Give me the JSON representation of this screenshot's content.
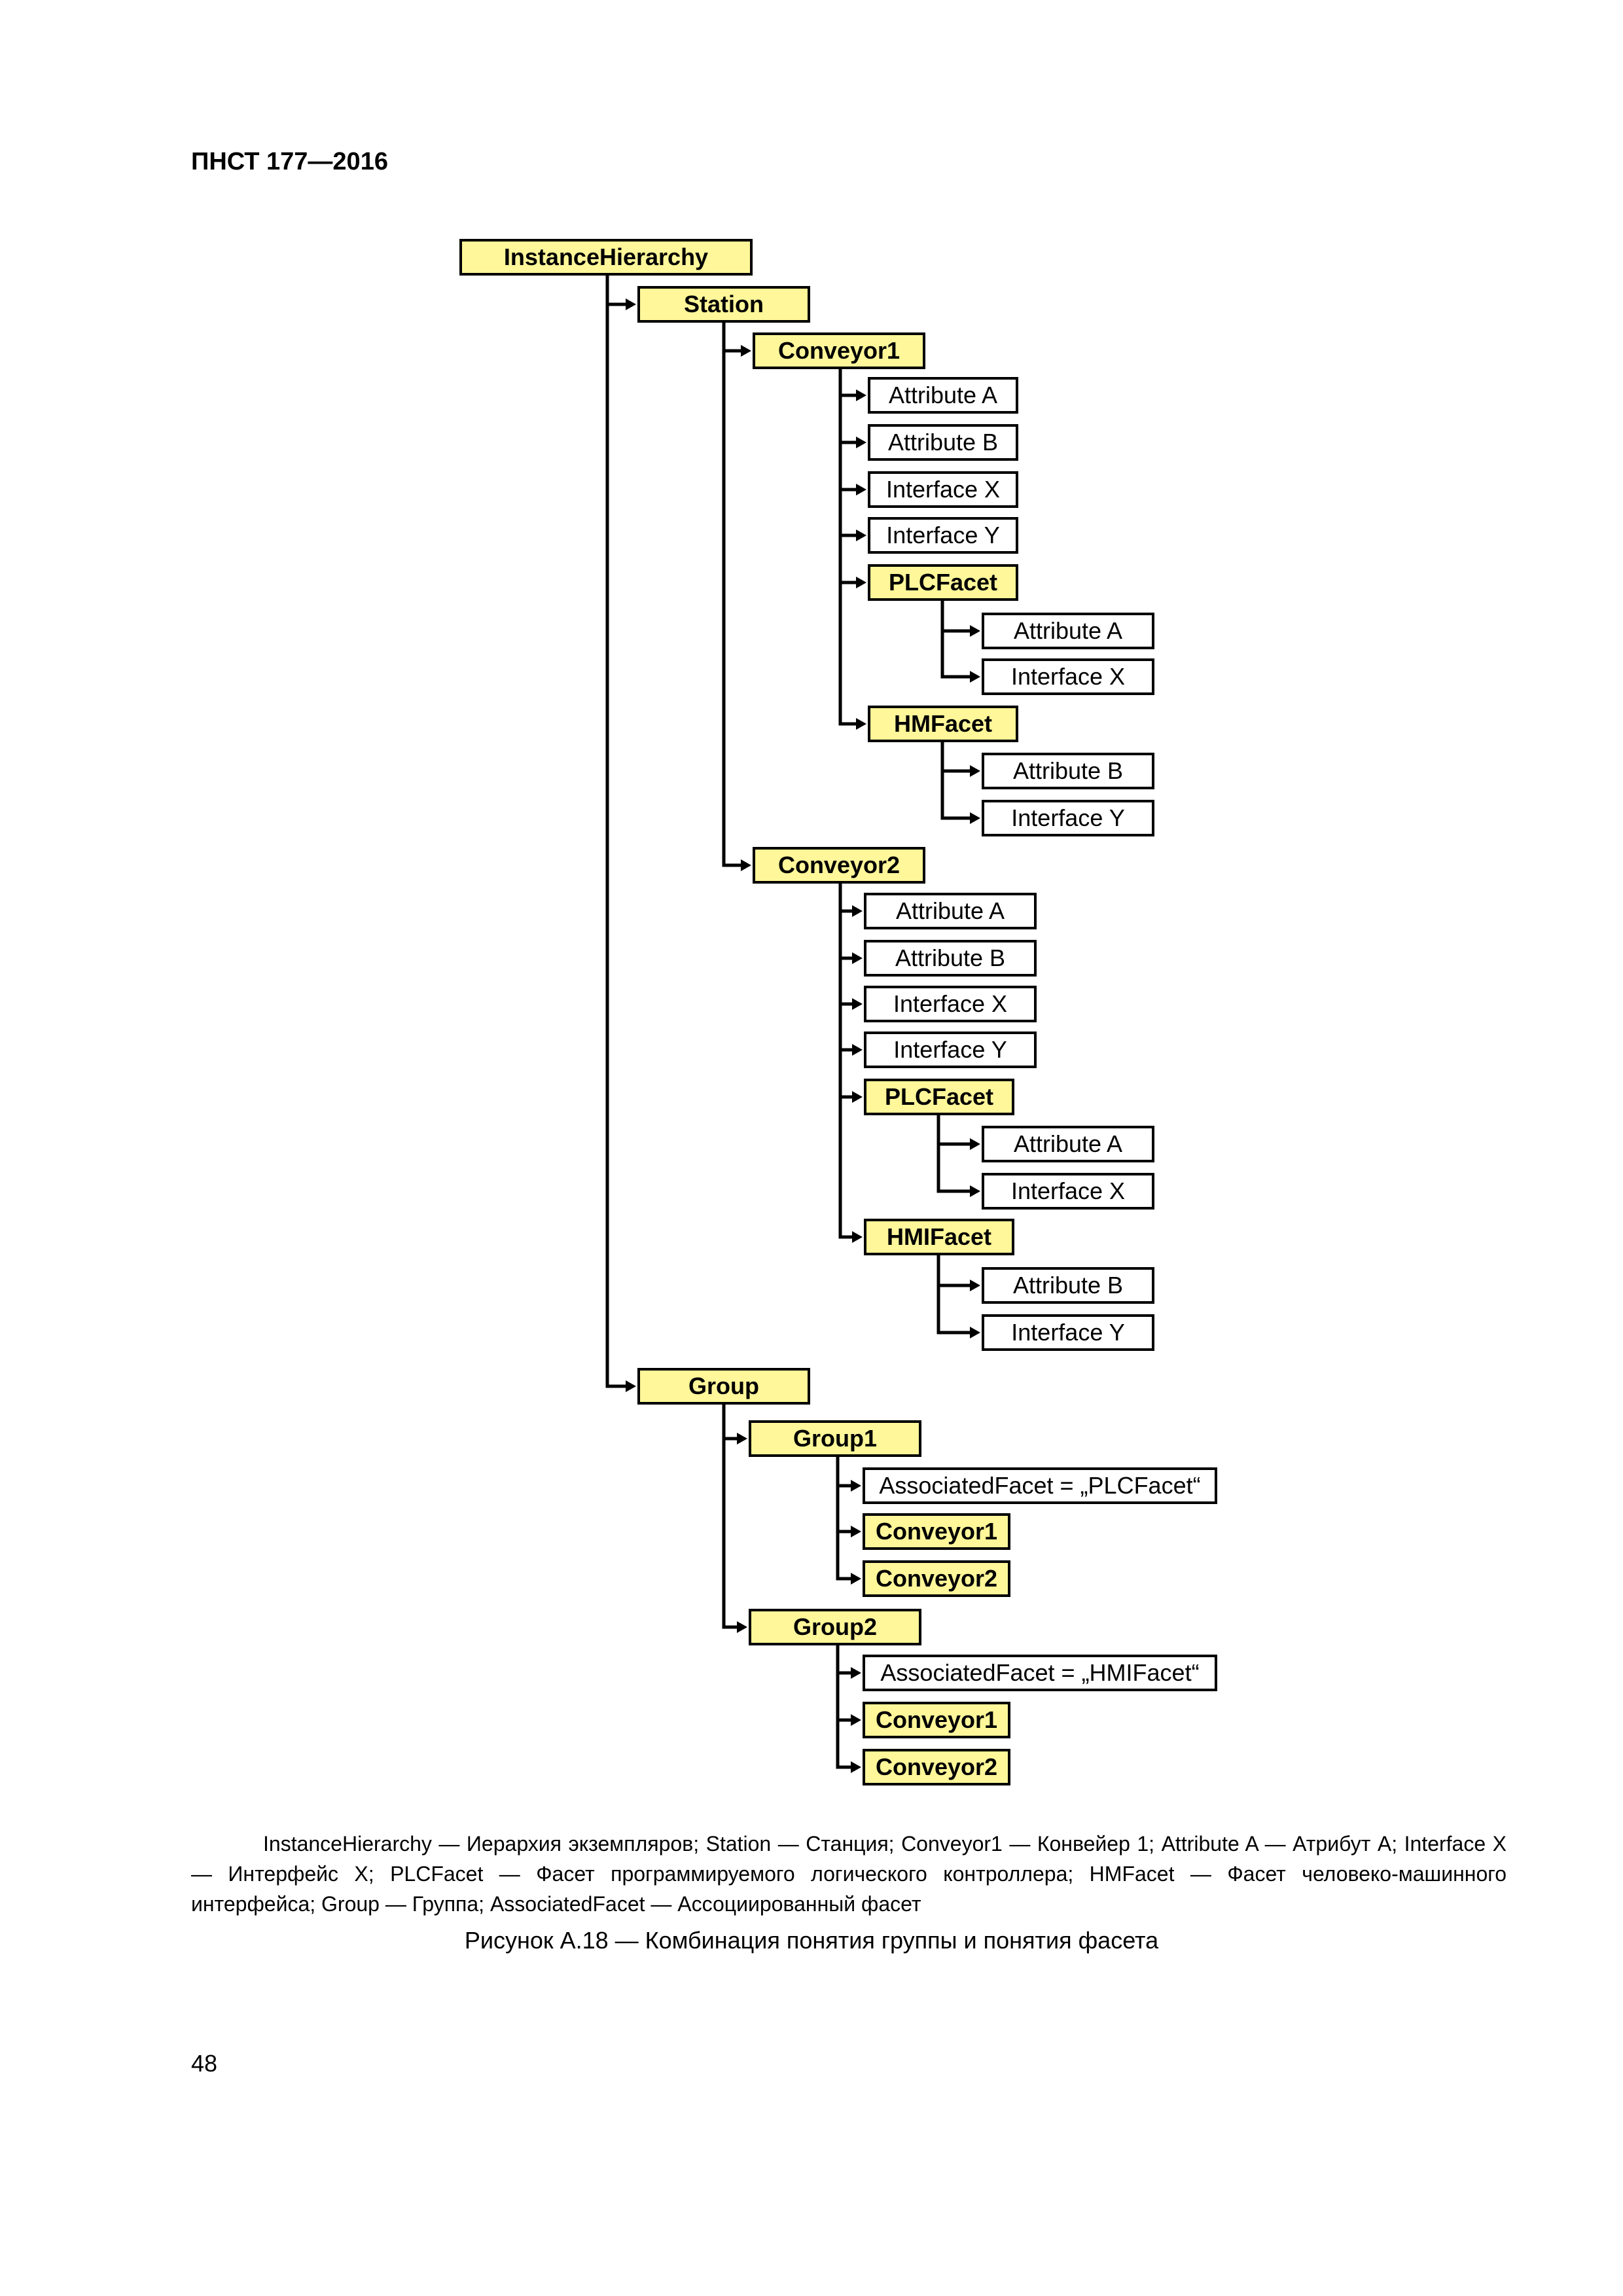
{
  "header": {
    "doc_id": "ПНСТ 177—2016"
  },
  "diagram": {
    "nodes": [
      {
        "id": "n0",
        "label": "InstanceHierarchy",
        "style": "yellow"
      },
      {
        "id": "n1",
        "label": "Station",
        "style": "yellow"
      },
      {
        "id": "n2",
        "label": "Conveyor1",
        "style": "yellow"
      },
      {
        "id": "n3",
        "label": "Attribute A",
        "style": "white"
      },
      {
        "id": "n4",
        "label": "Attribute B",
        "style": "white"
      },
      {
        "id": "n5",
        "label": "Interface X",
        "style": "white"
      },
      {
        "id": "n6",
        "label": "Interface Y",
        "style": "white"
      },
      {
        "id": "n7",
        "label": "PLCFacet",
        "style": "yellow"
      },
      {
        "id": "n8",
        "label": "Attribute A",
        "style": "white"
      },
      {
        "id": "n9",
        "label": "Interface X",
        "style": "white"
      },
      {
        "id": "n10",
        "label": "HMFacet",
        "style": "yellow"
      },
      {
        "id": "n11",
        "label": "Attribute B",
        "style": "white"
      },
      {
        "id": "n12",
        "label": "Interface Y",
        "style": "white"
      },
      {
        "id": "n13",
        "label": "Conveyor2",
        "style": "yellow"
      },
      {
        "id": "n14",
        "label": "Attribute A",
        "style": "white"
      },
      {
        "id": "n15",
        "label": "Attribute B",
        "style": "white"
      },
      {
        "id": "n16",
        "label": "Interface X",
        "style": "white"
      },
      {
        "id": "n17",
        "label": "Interface Y",
        "style": "white"
      },
      {
        "id": "n18",
        "label": "PLCFacet",
        "style": "yellow"
      },
      {
        "id": "n19",
        "label": "Attribute A",
        "style": "white"
      },
      {
        "id": "n20",
        "label": "Interface X",
        "style": "white"
      },
      {
        "id": "n21",
        "label": "HMIFacet",
        "style": "yellow"
      },
      {
        "id": "n22",
        "label": "Attribute B",
        "style": "white"
      },
      {
        "id": "n23",
        "label": "Interface Y",
        "style": "white"
      },
      {
        "id": "n24",
        "label": "Group",
        "style": "yellow"
      },
      {
        "id": "n25",
        "label": "Group1",
        "style": "yellow"
      },
      {
        "id": "n26",
        "label": "AssociatedFacet = „PLCFacet“",
        "style": "white"
      },
      {
        "id": "n27",
        "label": "Conveyor1",
        "style": "yellow"
      },
      {
        "id": "n28",
        "label": "Conveyor2",
        "style": "yellow"
      },
      {
        "id": "n29",
        "label": "Group2",
        "style": "yellow"
      },
      {
        "id": "n30",
        "label": "AssociatedFacet = „HMIFacet“",
        "style": "white"
      },
      {
        "id": "n31",
        "label": "Conveyor1",
        "style": "yellow"
      },
      {
        "id": "n32",
        "label": "Conveyor2",
        "style": "yellow"
      }
    ],
    "edges": [
      [
        "n0",
        "n1"
      ],
      [
        "n0",
        "n24"
      ],
      [
        "n1",
        "n2"
      ],
      [
        "n1",
        "n13"
      ],
      [
        "n2",
        "n3"
      ],
      [
        "n2",
        "n4"
      ],
      [
        "n2",
        "n5"
      ],
      [
        "n2",
        "n6"
      ],
      [
        "n2",
        "n7"
      ],
      [
        "n2",
        "n10"
      ],
      [
        "n7",
        "n8"
      ],
      [
        "n7",
        "n9"
      ],
      [
        "n10",
        "n11"
      ],
      [
        "n10",
        "n12"
      ],
      [
        "n13",
        "n14"
      ],
      [
        "n13",
        "n15"
      ],
      [
        "n13",
        "n16"
      ],
      [
        "n13",
        "n17"
      ],
      [
        "n13",
        "n18"
      ],
      [
        "n13",
        "n21"
      ],
      [
        "n18",
        "n19"
      ],
      [
        "n18",
        "n20"
      ],
      [
        "n21",
        "n22"
      ],
      [
        "n21",
        "n23"
      ],
      [
        "n24",
        "n25"
      ],
      [
        "n24",
        "n29"
      ],
      [
        "n25",
        "n26"
      ],
      [
        "n25",
        "n27"
      ],
      [
        "n25",
        "n28"
      ],
      [
        "n29",
        "n30"
      ],
      [
        "n29",
        "n31"
      ],
      [
        "n29",
        "n32"
      ]
    ]
  },
  "legend": {
    "text": "InstanceHierarchy — Иерархия экземпляров; Station — Станция; Conveyor1 — Конвейер 1; Attribute A — Атрибут A; Interface X — Интерфейс X; PLCFacet — Фасет программируемого логического контроллера; HMFacet — Фасет человеко-машинного интерфейса; Group — Группа; AssociatedFacet — Ассоциированный фасет"
  },
  "caption": {
    "text": "Рисунок А.18 — Комбинация понятия группы и понятия фасета"
  },
  "footer": {
    "page_number": "48"
  }
}
